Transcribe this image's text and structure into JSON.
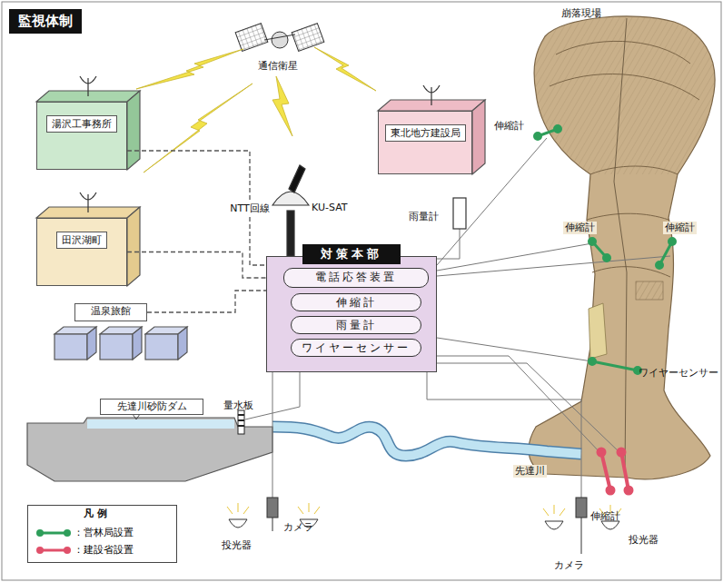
{
  "diagram": {
    "title": "監視体制",
    "nodes": [
      {
        "text": [
          "湯沢工事務所"
        ]
      },
      {
        "text": [
          "東北地方建設局"
        ]
      },
      {
        "text": [
          "田沢湖町"
        ]
      },
      {
        "text": [
          "温泉旅館"
        ]
      },
      {
        "text": [
          "対策本部"
        ]
      },
      {
        "text": [
          "電話応答装置"
        ],
        "in": 4
      },
      {
        "text": [
          "伸縮計"
        ],
        "in": 4
      },
      {
        "text": [
          "雨量計"
        ],
        "in": 4
      },
      {
        "text": [
          "ワイヤーセンサー"
        ],
        "in": 4
      },
      {
        "text": [
          "先達川砂防ダム"
        ]
      }
    ],
    "edges": [
      {
        "from": 0,
        "to": 4,
        "arrow": "none",
        "label": "NTT回線"
      },
      {
        "from": 2,
        "to": 4,
        "arrow": "none"
      },
      {
        "from": 3,
        "to": 4,
        "arrow": "none"
      }
    ],
    "labels": [
      "通信衛星",
      "KU-SAT",
      "雨量計",
      "崩落現場",
      "伸縮計",
      "伸縮計",
      "伸縮計",
      "ワイヤーセンサー",
      "量水板",
      "先達川",
      "伸縮計",
      "カメラ",
      "投光器",
      "カメラ",
      "投光器",
      "凡 例"
    ],
    "legend": [
      {
        "text": "：営林局設置"
      },
      {
        "text": "：建設省設置"
      }
    ]
  }
}
